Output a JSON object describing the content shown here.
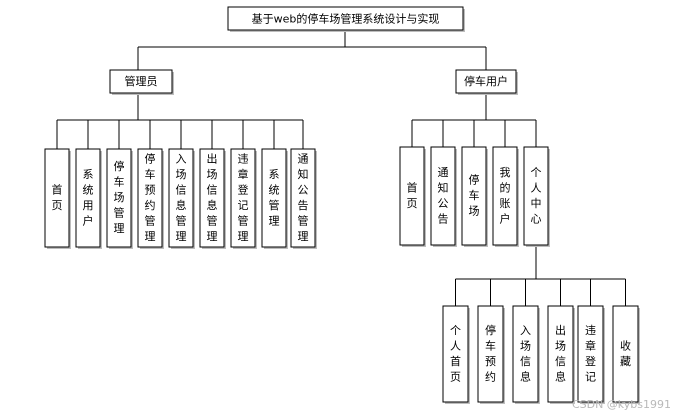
{
  "title": "基于web的停车场管理系统设计与实现",
  "admin": {
    "label": "管理员",
    "children": [
      "首页",
      "系统用户",
      "停车场管理",
      "停车预约管理",
      "入场信息管理",
      "出场信息管理",
      "违章登记管理",
      "系统管理",
      "通知公告管理"
    ]
  },
  "user": {
    "label": "停车用户",
    "children": [
      "首页",
      "通知公告",
      "停车场",
      "我的账户",
      "个人中心"
    ]
  },
  "personal": {
    "children": [
      "个人首页",
      "停车预约",
      "入场信息",
      "出场信息",
      "违章登记",
      "收藏"
    ]
  },
  "watermark": "CSDN @kybs1991"
}
